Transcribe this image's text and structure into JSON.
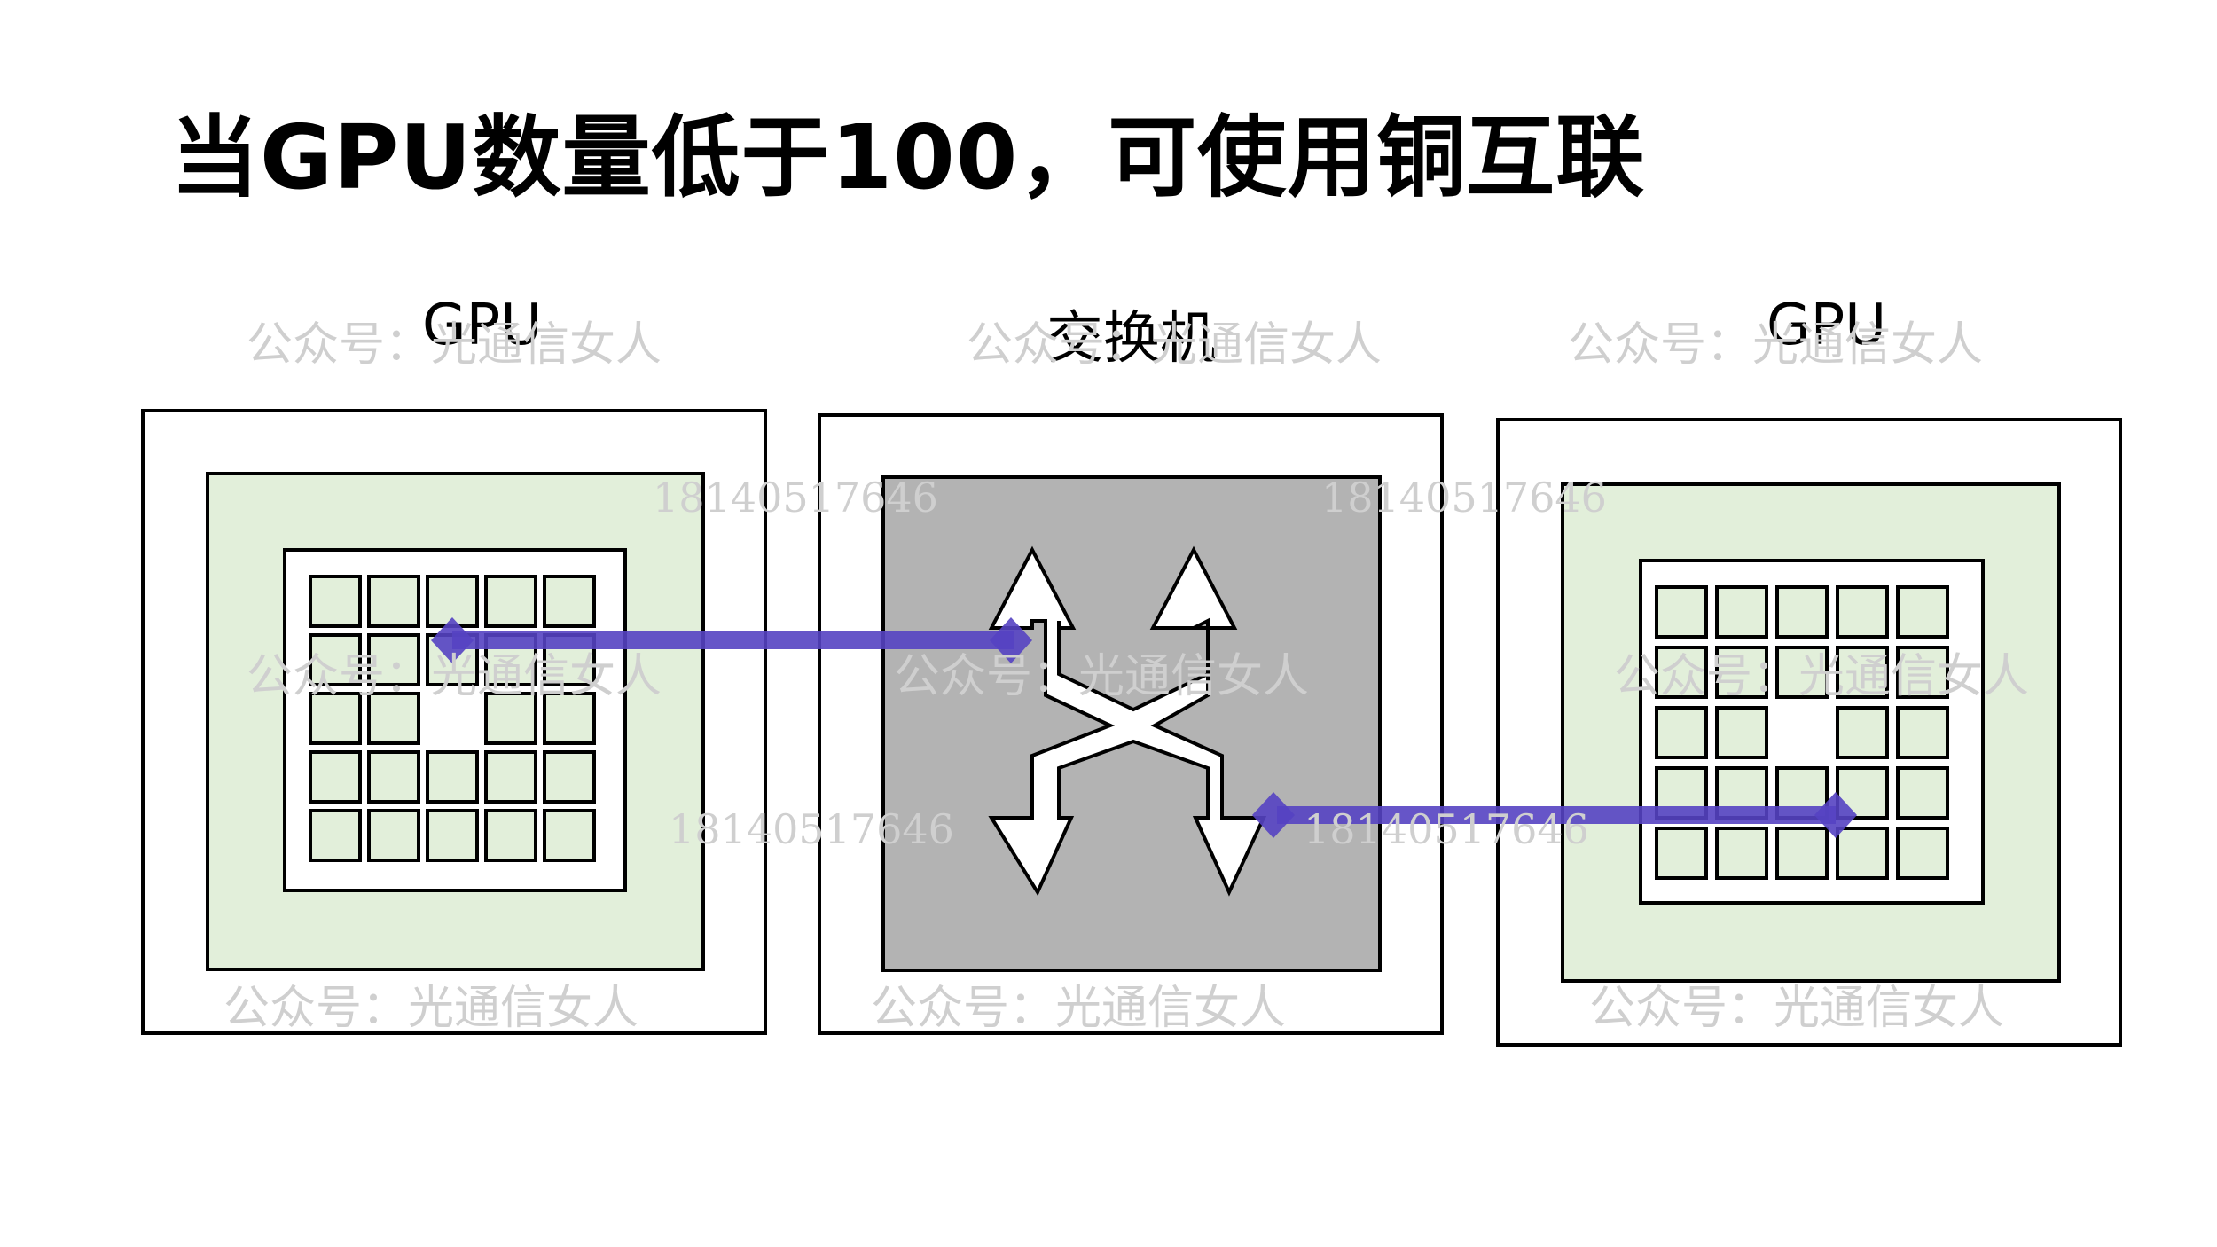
{
  "title": "当GPU数量低于100，可使用铜互联",
  "labels": {
    "left": "GPU",
    "middle": "交换机",
    "right": "GPU"
  },
  "watermark": {
    "text": "公众号：光通信女人",
    "number": "18140517646"
  },
  "colors": {
    "chip_fill": "#e2efda",
    "switch_fill": "#b3b3b3",
    "link": "#5543c2",
    "outline": "#000000"
  }
}
